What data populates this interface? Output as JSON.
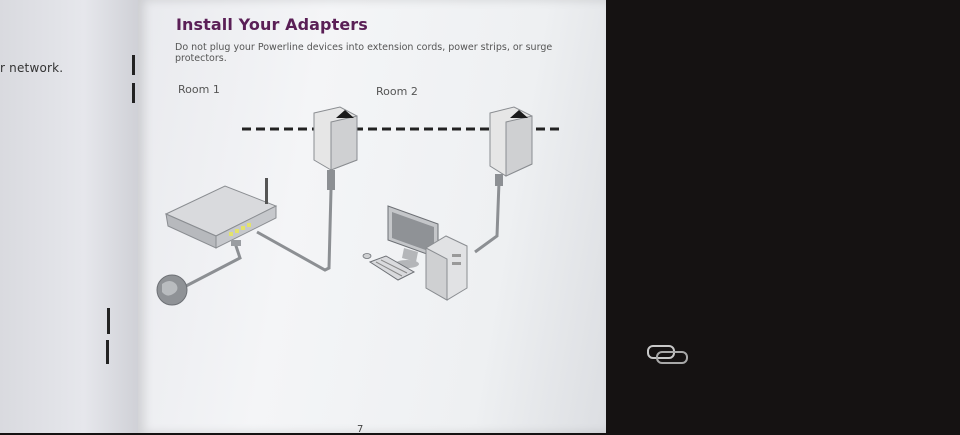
{
  "left_page": {
    "text_fragment": "r network."
  },
  "right_page": {
    "title": "Install Your Adapters",
    "warning": "Do not plug your Powerline devices into extension cords, power strips, or surge protectors.",
    "room1_label": "Room 1",
    "room2_label": "Room 2",
    "page_number": "7"
  },
  "icons": [
    "router-icon",
    "globe-icon",
    "powerline-adapter-icon",
    "computer-monitor-icon",
    "keyboard-icon",
    "computer-tower-icon",
    "binder-clip-icon"
  ]
}
